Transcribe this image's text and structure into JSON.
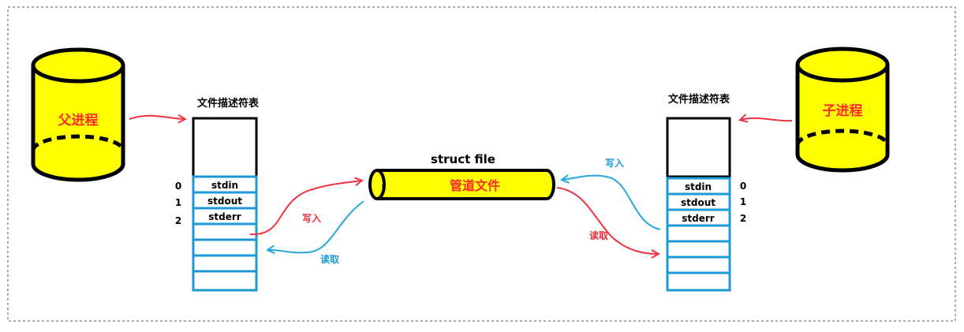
{
  "parent_process": {
    "label": "父进程"
  },
  "child_process": {
    "label": "子进程"
  },
  "left_table": {
    "title": "文件描述符表",
    "rows": [
      {
        "index": "0",
        "name": "stdin"
      },
      {
        "index": "1",
        "name": "stdout"
      },
      {
        "index": "2",
        "name": "stderr"
      }
    ]
  },
  "right_table": {
    "title": "文件描述符表",
    "rows": [
      {
        "index": "0",
        "name": "stdin"
      },
      {
        "index": "1",
        "name": "stdout"
      },
      {
        "index": "2",
        "name": "stderr"
      }
    ]
  },
  "pipe": {
    "title": "struct file",
    "label": "管道文件"
  },
  "edges": {
    "left_write": "写入",
    "left_read": "读取",
    "right_write": "写入",
    "right_read": "读取"
  },
  "colors": {
    "cylinder_fill": "#ffff00",
    "process_text": "#ff2a2a",
    "table_slot_border": "#1c9ad6",
    "write_arrow": "#ee3342",
    "read_arrow": "#25a8e0",
    "write_label": "#e8313a",
    "read_label": "#1f9bd7"
  }
}
